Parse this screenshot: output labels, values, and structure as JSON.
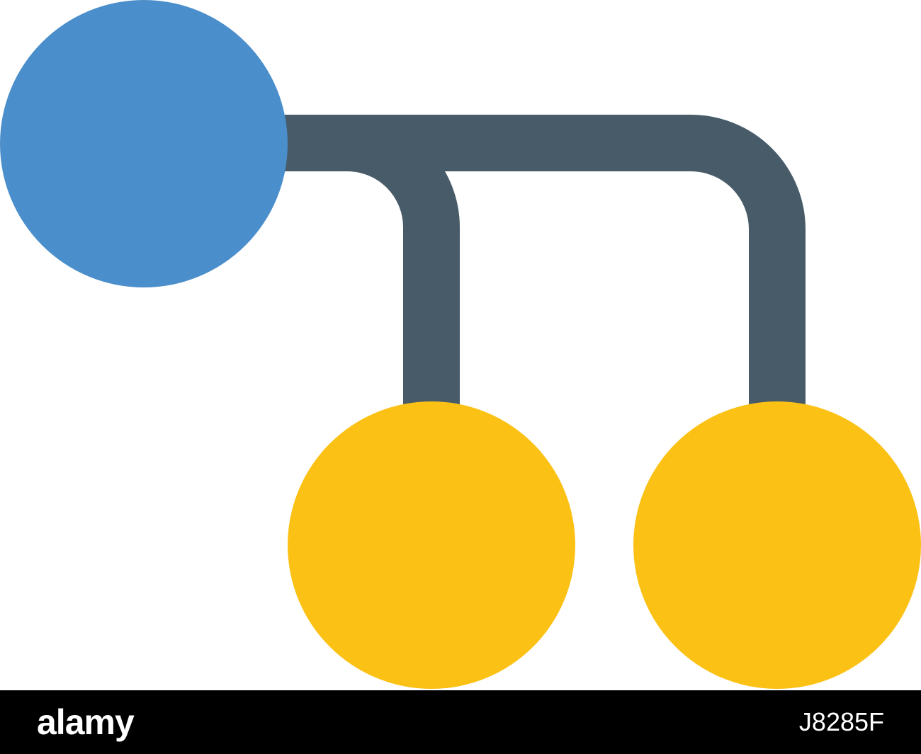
{
  "colors": {
    "background": "#ffffff",
    "root_node": "#4a8ecb",
    "child_node": "#fbc115",
    "connector": "#475c68",
    "footer": "#000000",
    "footer_text": "#ffffff"
  },
  "diagram": {
    "nodes": [
      {
        "id": "root",
        "role": "parent"
      },
      {
        "id": "child-left",
        "role": "child"
      },
      {
        "id": "child-right",
        "role": "child"
      }
    ],
    "edges": [
      {
        "from": "root",
        "to": "child-left"
      },
      {
        "from": "root",
        "to": "child-right"
      }
    ]
  },
  "footer": {
    "logo": "alamy",
    "image_id": "J8285F"
  }
}
